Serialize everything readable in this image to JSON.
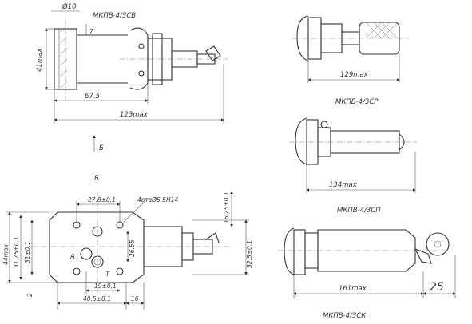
{
  "top_left_view": {
    "diameter": "Ø10",
    "model": "МКПВ-4/3СВ",
    "height": "41max",
    "offset": "7",
    "length_mid": "67.5",
    "length_total": "123max",
    "view_arrow": "Б"
  },
  "section_view": {
    "title": "Б",
    "spacing_x": "27.8±0.1",
    "holes": "4отвØ5.5Н14",
    "offset_top": "16.25±0.1",
    "inner": "26.55",
    "height_total": "44max",
    "dim_a": "31.75±0.1",
    "dim_b": "31±0.1",
    "dim_c": "32.5±0.1",
    "port_a": "А",
    "port_t": "Т",
    "spacing_bottom": "19±0.1",
    "offset_left": "40.5±0.1",
    "width_right": "16",
    "small": "2"
  },
  "right_views": [
    {
      "length": "129max",
      "model": "МКПВ-4/3СР"
    },
    {
      "length": "134max",
      "model": "МКПВ-4/3СП"
    },
    {
      "length": "161max",
      "extra": "25",
      "model": "МКПВ-4/3СК"
    }
  ]
}
